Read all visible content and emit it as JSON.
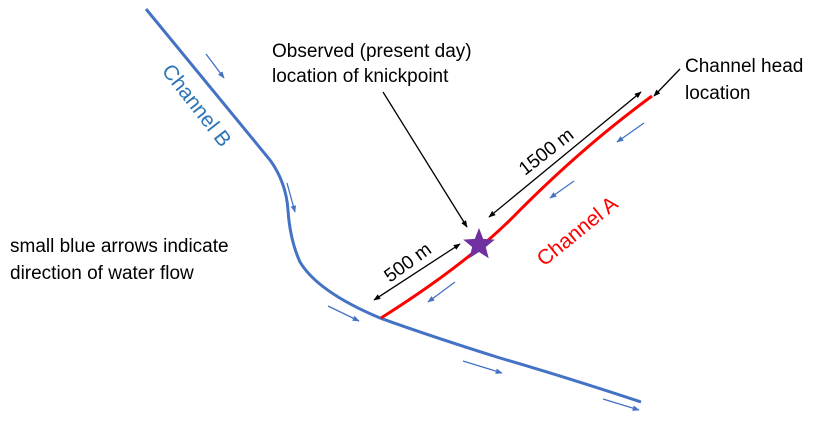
{
  "labels": {
    "knickpoint_line1": "Observed (present day)",
    "knickpoint_line2": "location of knickpoint",
    "channel_head_line1": "Channel head",
    "channel_head_line2": "location",
    "legend_line1": "small blue arrows indicate",
    "legend_line2": "direction of water flow",
    "channel_b": "Channel B",
    "channel_a": "Channel A",
    "distance_upper": "1500 m",
    "distance_lower": "500 m"
  },
  "colors": {
    "channel_b": "#4472c4",
    "channel_a": "#ff0000",
    "knickpoint_star": "#7030a0",
    "channel_b_label": "#2e75b6",
    "channel_a_label": "#ff0000",
    "annotation": "#000000"
  },
  "icons": {
    "knickpoint": "star-icon",
    "flow": "arrow-icon"
  }
}
